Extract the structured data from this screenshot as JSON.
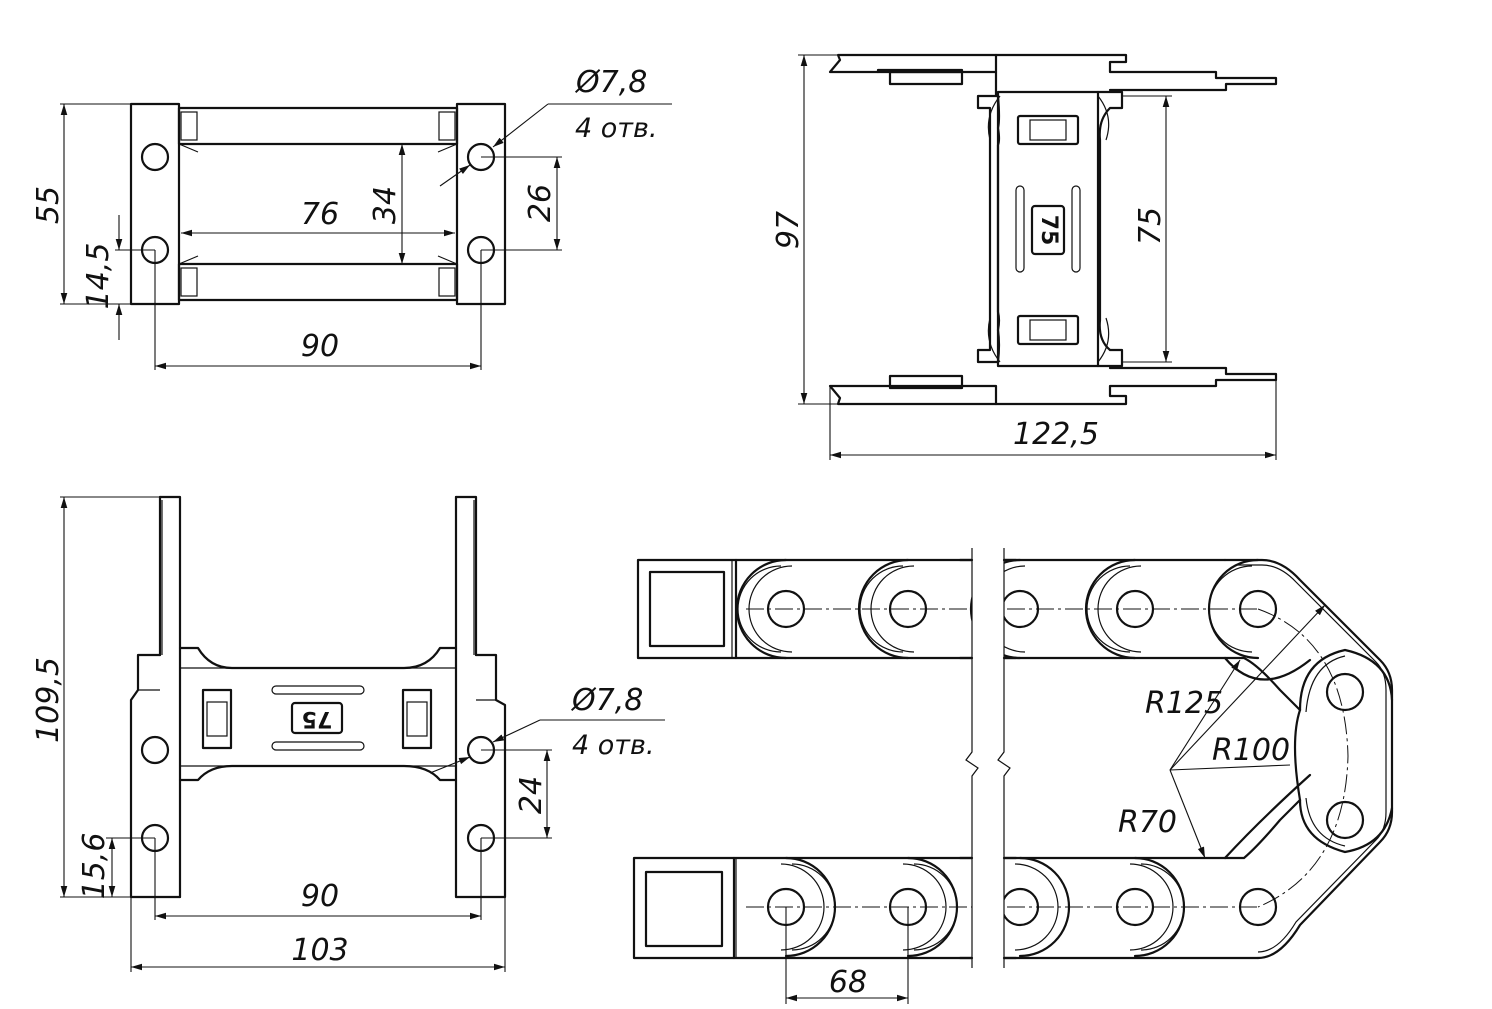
{
  "views": {
    "top_left": {
      "dims": {
        "height": "55",
        "hole_offset": "14,5",
        "inner_width": "76",
        "inner_height": "34",
        "hole_spacing": "26",
        "hole_center_span": "90"
      },
      "callout": {
        "diameter": "Ø7,8",
        "count": "4 отв."
      }
    },
    "top_right": {
      "dims": {
        "height": "97",
        "inner_height": "75",
        "length": "122,5"
      },
      "logo": "75"
    },
    "bottom_left": {
      "dims": {
        "height": "109,5",
        "hole_offset": "15,6",
        "hole_spacing": "24",
        "hole_center_span": "90",
        "width": "103"
      },
      "callout": {
        "diameter": "Ø7,8",
        "count": "4 отв."
      },
      "logo": "75"
    },
    "bottom_right": {
      "dims": {
        "pitch": "68",
        "r_outer": "R125",
        "r_mid": "R100",
        "r_inner": "R70"
      }
    }
  }
}
